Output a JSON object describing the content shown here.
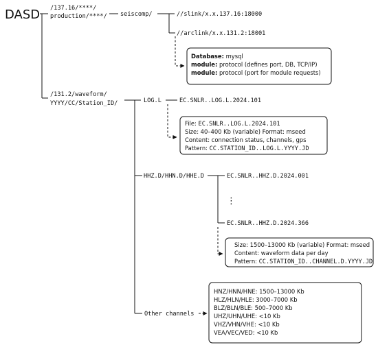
{
  "root": "DASD",
  "nodes": {
    "sc_path_1": "/137.16/****/",
    "sc_path_2": "production/****/",
    "seiscomp": "seiscomp/",
    "slink": "//slink/x.x.137.16:18000",
    "arclink": "//arclink/x.x.131.2:18001",
    "wf_path_1": "/131.2/waveform/",
    "wf_path_2": "YYYY/CC/Station_ID/",
    "log_dir": "LOG.L",
    "log_file": "EC.SNLR..LOG.L.2024.101",
    "hh_dir": "HHZ.D/HHN.D/HHE.D",
    "hh_file_first": "EC.SNLR..HHZ.D.2024.001",
    "ellipsis": "⋮",
    "hh_file_last": "EC.SNLR..HHZ.D.2024.366",
    "other": "Other channels"
  },
  "db_box": {
    "line1_label": "Database:",
    "line1_value": "mysql",
    "line2_label": "module:",
    "line2_value": "protocol (defines port, DB, TCP/IP)",
    "line3_label": "module:",
    "line3_value": "protocol (port for module requests)"
  },
  "log_box": {
    "line1_label": "File:",
    "line1_value": "EC.SNLR..LOG.L.2024.101",
    "line2": "Size:  40–400 Kb (variable) Format:  mseed",
    "line3": "Content:  connection status, channels, gps",
    "line4_label": "Pattern:",
    "line4_value": "CC.STATION_ID..LOG.L.YYYY.JD"
  },
  "hh_box": {
    "line1": "Size:  1500–13000 Kb (variable) Format:  mseed",
    "line2": "Content:  waveform data per day",
    "line3_label": "Pattern:",
    "line3_value": "CC.STATION_ID..CHANNEL.D.YYYY.JD"
  },
  "other_box": {
    "lines": [
      "HNZ/HNN/HNE: 1500–13000 Kb",
      "HLZ/HLN/HLE: 3000–7000 Kb",
      "BLZ/BLN/BLE: 500–7000 Kb",
      "UHZ/UHN/UHE: <10 Kb",
      "VHZ/VHN/VHE: <10 Kb",
      "VEA/VEC/VED: <10 Kb"
    ]
  }
}
